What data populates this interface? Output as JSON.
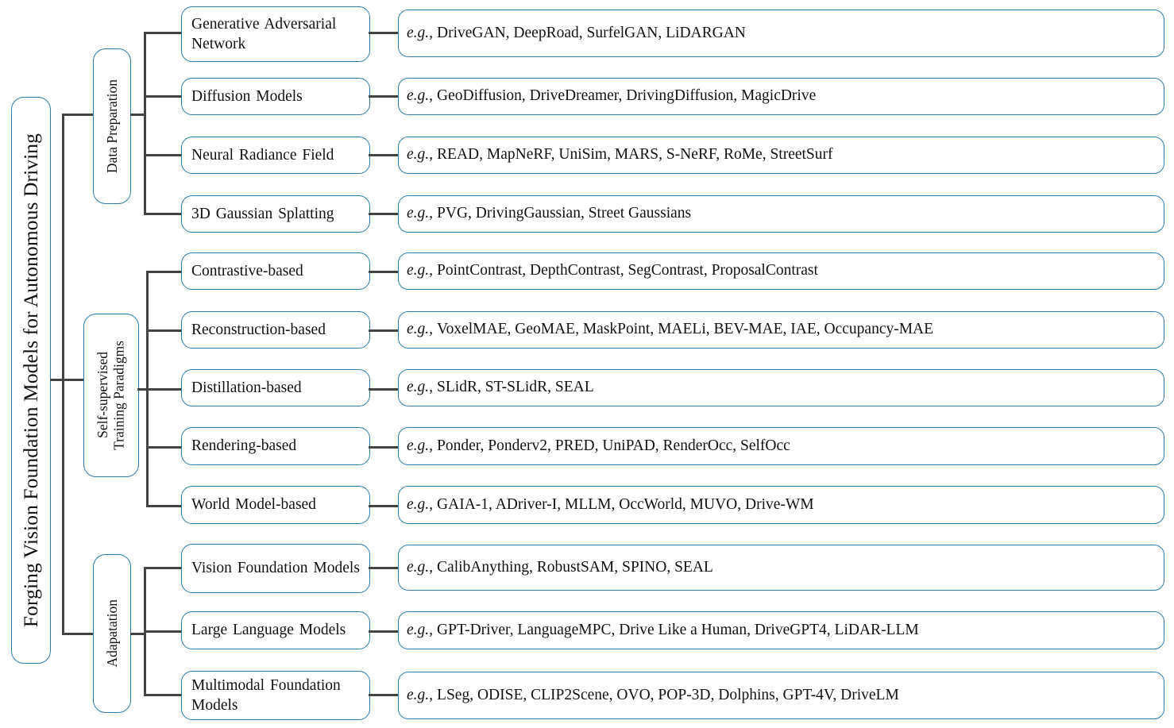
{
  "figure": {
    "kind": "taxonomy-tree",
    "root_label": "Forging Vision Foundation Models for Autonomous Driving",
    "colors": {
      "node_border": "#2d7cab",
      "connector": "#434343",
      "text": "#111111",
      "background": "#ffffff"
    },
    "example_prefix": "e.g.,"
  },
  "branches": [
    {
      "id": "data-preparation",
      "label": "Data Preparation",
      "children": [
        {
          "id": "gan",
          "label": "Generative Adversarial Network",
          "examples": "DriveGAN, DeepRoad, SurfelGAN, LiDARGAN",
          "prefix": "e.g.,"
        },
        {
          "id": "diffusion-models",
          "label": "Diffusion Models",
          "examples": "GeoDiffusion, DriveDreamer, DrivingDiffusion, MagicDrive",
          "prefix": "e.g.,"
        },
        {
          "id": "nerf",
          "label": "Neural Radiance Field",
          "examples": "READ, MapNeRF, UniSim, MARS, S-NeRF, RoMe, StreetSurf",
          "prefix": "e.g.,"
        },
        {
          "id": "3dgs",
          "label": "3D Gaussian Splatting",
          "examples": "PVG, DrivingGaussian, Street Gaussians",
          "prefix": "e.g.,"
        }
      ]
    },
    {
      "id": "self-supervised-training-paradigms",
      "label": "Self-supervised\nTraining Paradigms",
      "children": [
        {
          "id": "contrastive-based",
          "label": "Contrastive-based",
          "examples": "PointContrast, DepthContrast, SegContrast, ProposalContrast",
          "prefix": "e.g.,"
        },
        {
          "id": "reconstruction-based",
          "label": "Reconstruction-based",
          "examples": "VoxelMAE, GeoMAE, MaskPoint, MAELi, BEV-MAE, IAE, Occupancy-MAE",
          "prefix": "e.g.,"
        },
        {
          "id": "distillation-based",
          "label": "Distillation-based",
          "examples": "SLidR, ST-SLidR, SEAL",
          "prefix": "e.g.,"
        },
        {
          "id": "rendering-based",
          "label": "Rendering-based",
          "examples": "Ponder, Ponderv2, PRED, UniPAD, RenderOcc, SelfOcc",
          "prefix": "e.g.,"
        },
        {
          "id": "world-model-based",
          "label": "World Model-based",
          "examples": "GAIA-1, ADriver-I, MLLM, OccWorld, MUVO, Drive-WM",
          "prefix": "e.g.,"
        }
      ]
    },
    {
      "id": "adaptation",
      "label": "Adapatation",
      "children": [
        {
          "id": "vision-foundation-models",
          "label": "Vision Foundation Models",
          "examples": "CalibAnything, RobustSAM, SPINO, SEAL",
          "prefix": "e.g.,"
        },
        {
          "id": "large-language-models",
          "label": "Large Language Models",
          "examples": "GPT-Driver, LanguageMPC, Drive Like a Human, DriveGPT4, LiDAR-LLM",
          "prefix": "e.g.,"
        },
        {
          "id": "multimodal-foundation-models",
          "label": "Multimodal Foundation Models",
          "examples": "LSeg, ODISE, CLIP2Scene, OVO, POP-3D, Dolphins, GPT-4V, DriveLM",
          "prefix": "e.g.,"
        }
      ]
    }
  ]
}
